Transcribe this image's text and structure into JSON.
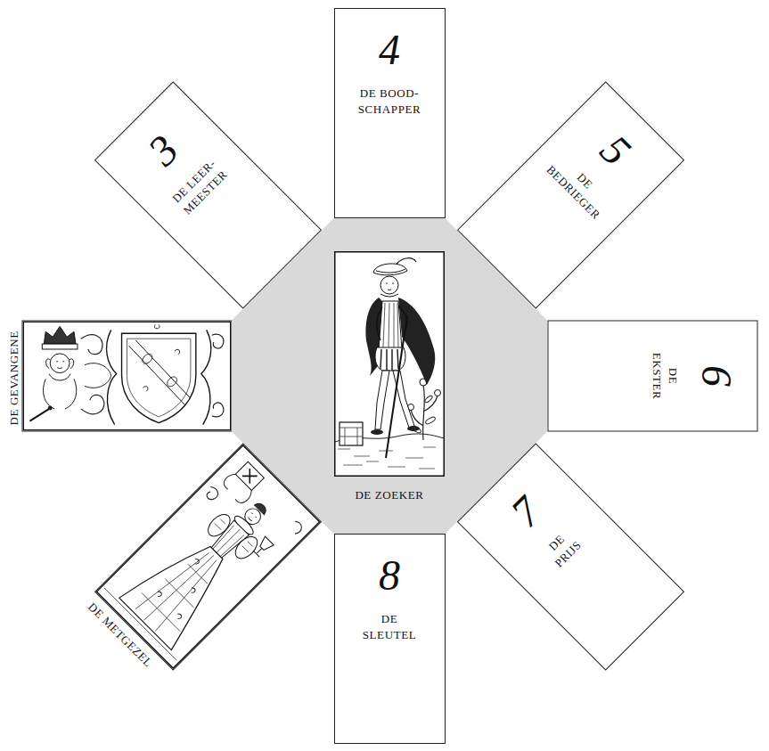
{
  "diagram": {
    "nodes": [
      {
        "text": [
          "3",
          "DE LEER- MEESTER"
        ]
      },
      {
        "text": [
          "4",
          "DE BOOD- SCHAPPER"
        ]
      },
      {
        "text": [
          "5",
          "DE BEDRIEGER"
        ]
      },
      {
        "text": [
          "DE GEVANGENE"
        ]
      },
      {
        "text": [
          "DE ZOEKER"
        ]
      },
      {
        "text": [
          "6",
          "DE EKSTER"
        ]
      },
      {
        "text": [
          "DE METGEZEL"
        ]
      },
      {
        "text": [
          "8",
          "DE SLEUTEL"
        ]
      },
      {
        "text": [
          "7",
          "DE PRIJS"
        ]
      }
    ]
  }
}
